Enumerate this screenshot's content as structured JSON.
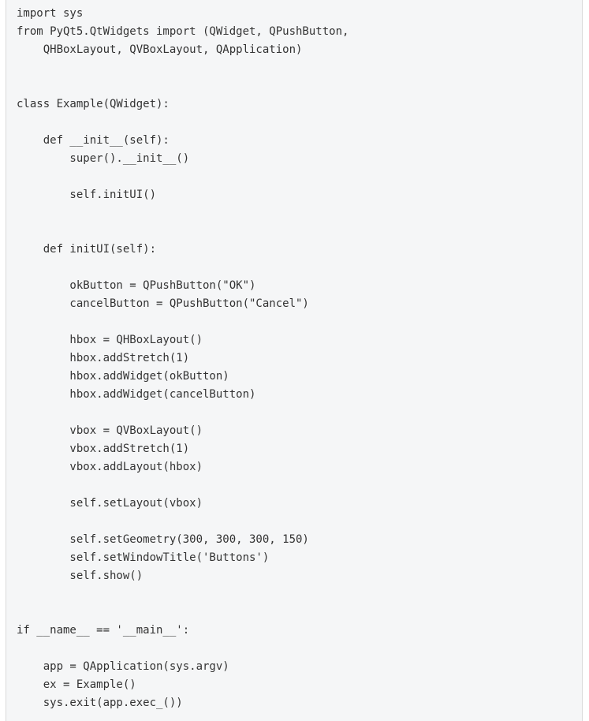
{
  "code": {
    "lines": [
      "import sys",
      "from PyQt5.QtWidgets import (QWidget, QPushButton,",
      "    QHBoxLayout, QVBoxLayout, QApplication)",
      "",
      "",
      "class Example(QWidget):",
      "",
      "    def __init__(self):",
      "        super().__init__()",
      "",
      "        self.initUI()",
      "",
      "",
      "    def initUI(self):",
      "",
      "        okButton = QPushButton(\"OK\")",
      "        cancelButton = QPushButton(\"Cancel\")",
      "",
      "        hbox = QHBoxLayout()",
      "        hbox.addStretch(1)",
      "        hbox.addWidget(okButton)",
      "        hbox.addWidget(cancelButton)",
      "",
      "        vbox = QVBoxLayout()",
      "        vbox.addStretch(1)",
      "        vbox.addLayout(hbox)",
      "",
      "        self.setLayout(vbox)",
      "",
      "        self.setGeometry(300, 300, 300, 150)",
      "        self.setWindowTitle('Buttons')",
      "        self.show()",
      "",
      "",
      "if __name__ == '__main__':",
      "",
      "    app = QApplication(sys.argv)",
      "    ex = Example()",
      "    sys.exit(app.exec_())"
    ]
  }
}
